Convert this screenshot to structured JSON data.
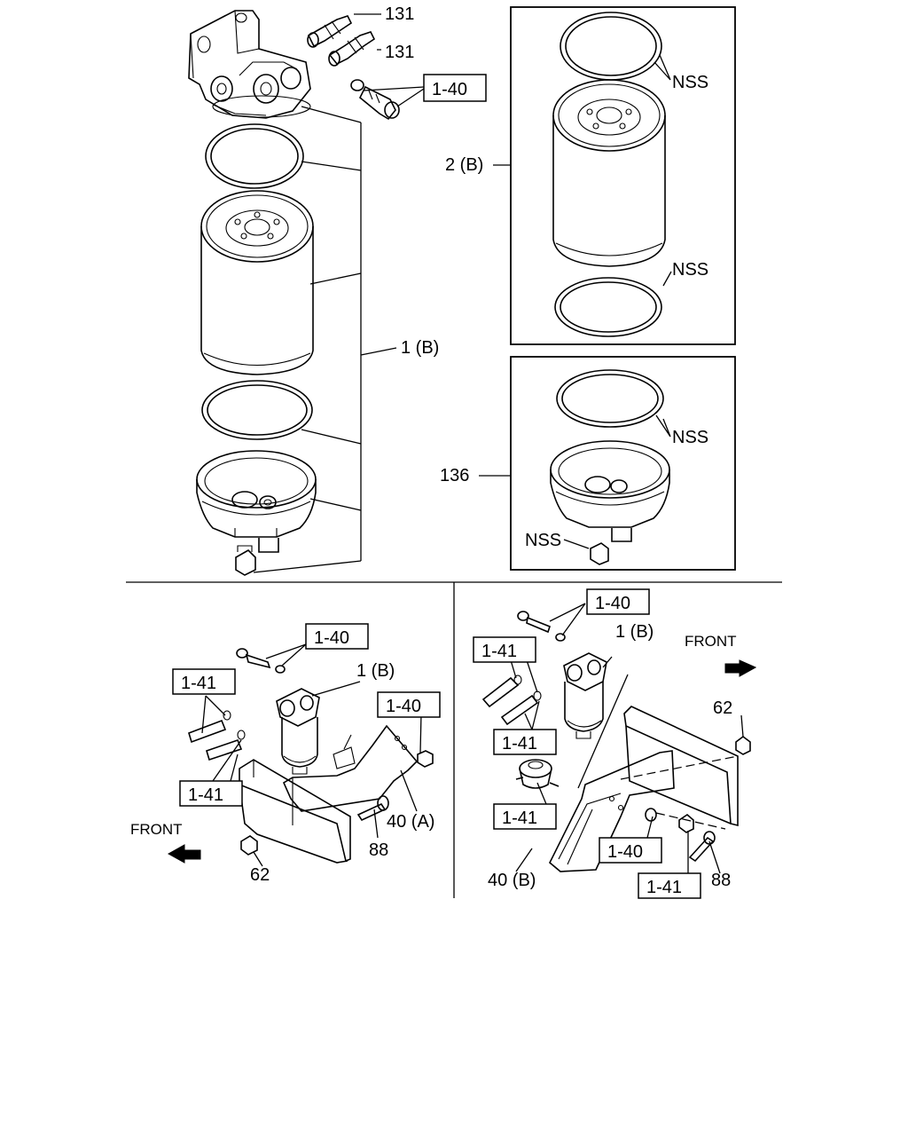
{
  "callouts": {
    "top_131_a": "131",
    "top_131_b": "131",
    "top_ref_140": "1-40",
    "top_1b": "1 (B)",
    "kit_2b_label": "2 (B)",
    "kit_2b_nss_top": "NSS",
    "kit_2b_nss_bottom": "NSS",
    "kit_136_label": "136",
    "kit_136_nss_top": "NSS",
    "kit_136_nss_plug": "NSS",
    "left_ref_140_a": "1-40",
    "left_ref_140_b": "1-40",
    "left_ref_141_a": "1-41",
    "left_ref_141_b": "1-41",
    "left_1b": "1 (B)",
    "left_40a": "40 (A)",
    "left_88": "88",
    "left_62": "62",
    "left_front": "FRONT",
    "right_ref_140_a": "1-40",
    "right_ref_140_b": "1-40",
    "right_ref_141_a": "1-41",
    "right_ref_141_b": "1-41",
    "right_ref_141_c": "1-41",
    "right_ref_141_d": "1-41",
    "right_1b": "1 (B)",
    "right_40b": "40 (B)",
    "right_88": "88",
    "right_62": "62",
    "right_front": "FRONT"
  }
}
